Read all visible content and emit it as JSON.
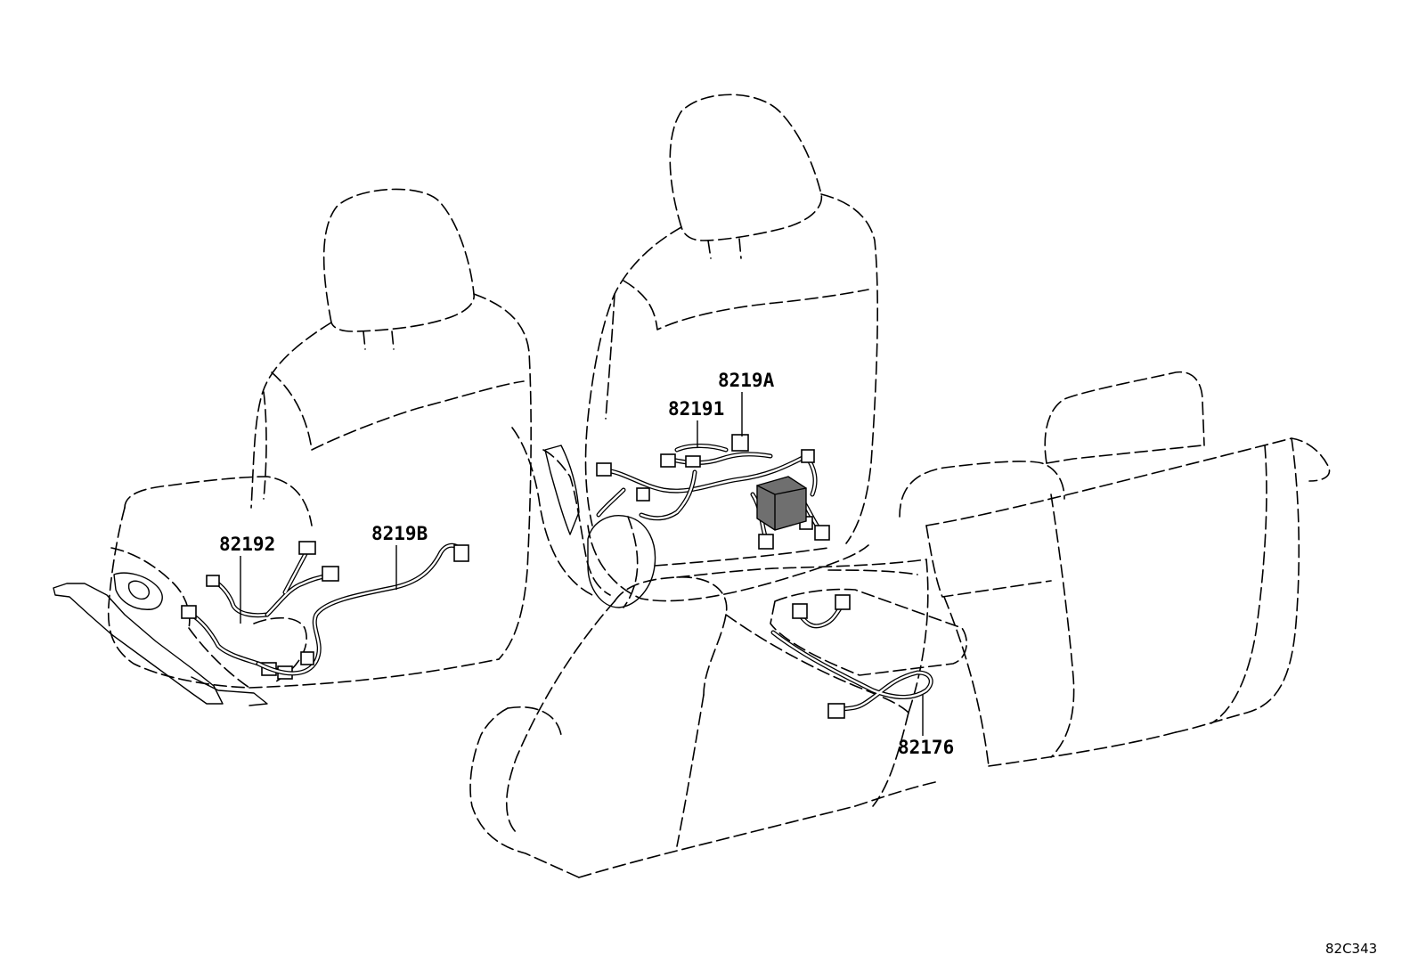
{
  "labels": {
    "p82192": "82192",
    "p8219B": "8219B",
    "p82191": "82191",
    "p8219A": "8219A",
    "p82176": "82176"
  },
  "ref_code": "82C343"
}
